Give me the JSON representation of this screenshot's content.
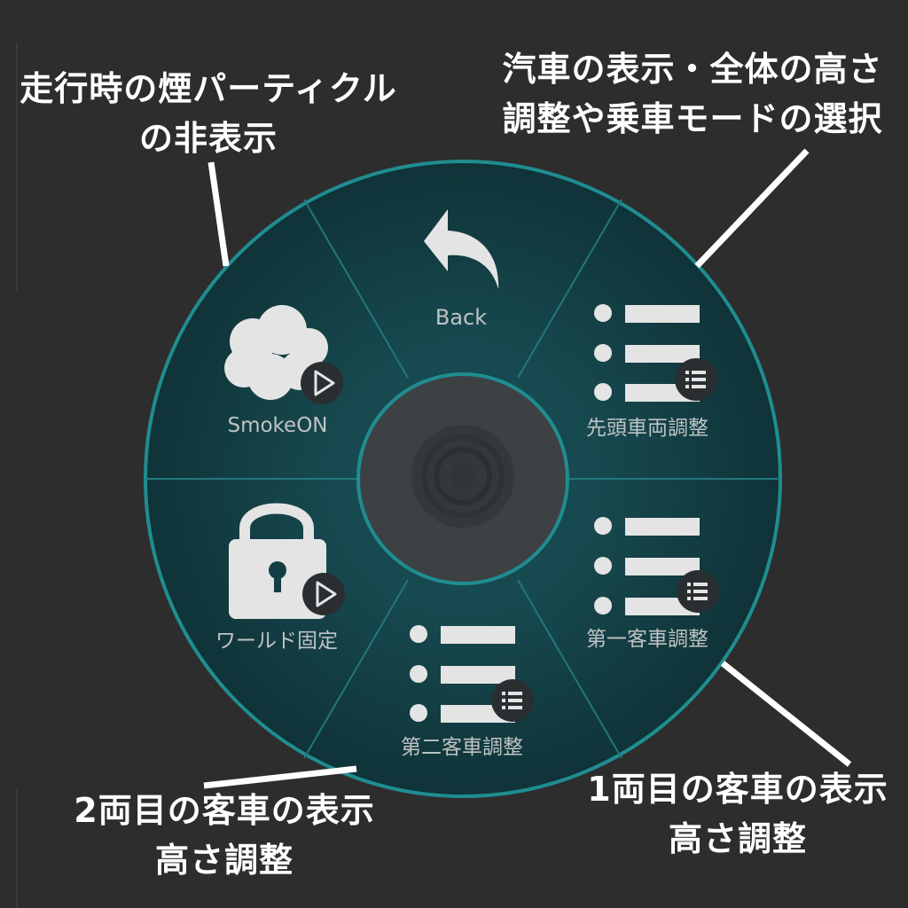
{
  "menu": {
    "center_label": "",
    "items": [
      {
        "id": "back",
        "label": "Back",
        "icon": "back-arrow-icon"
      },
      {
        "id": "lead-car",
        "label": "先頭車両調整",
        "icon": "list-icon",
        "badge": "menu-badge-icon"
      },
      {
        "id": "car-1",
        "label": "第一客車調整",
        "icon": "list-icon",
        "badge": "menu-badge-icon"
      },
      {
        "id": "car-2",
        "label": "第二客車調整",
        "icon": "list-icon",
        "badge": "menu-badge-icon"
      },
      {
        "id": "world-lock",
        "label": "ワールド固定",
        "icon": "lock-icon",
        "badge": "play-badge-icon"
      },
      {
        "id": "smoke",
        "label": "SmokeON",
        "icon": "smoke-cloud-icon",
        "badge": "play-badge-icon"
      }
    ]
  },
  "annotations": {
    "smoke": [
      "走行時の煙パーティクル",
      "の非表示"
    ],
    "lead": [
      "汽車の表示・全体の高さ",
      "調整や乗車モードの選択"
    ],
    "car1": [
      "1両目の客車の表示",
      "高さ調整"
    ],
    "car2": [
      "2両目の客車の表示",
      "高さ調整"
    ]
  },
  "colors": {
    "background": "#2d2d2d",
    "ring_border": "#1f8d91",
    "wheel_fill": "#133f44",
    "hub_fill": "#3d4144",
    "label": "#bfc3c3",
    "icon": "#e4e4e4",
    "badge": "#2a2e30",
    "annotation": "#ffffff"
  }
}
